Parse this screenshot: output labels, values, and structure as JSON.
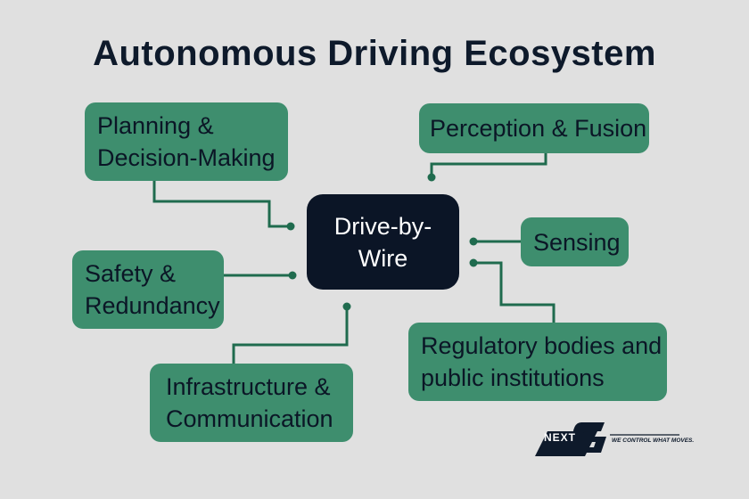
{
  "title": "Autonomous Driving Ecosystem",
  "center": {
    "line1": "Drive-by-",
    "line2": "Wire"
  },
  "nodes": {
    "planning": {
      "line1": "Planning &",
      "line2": "Decision-Making"
    },
    "perception": {
      "line1": "Perception & Fusion"
    },
    "sensing": {
      "line1": "Sensing"
    },
    "safety": {
      "line1": "Safety &",
      "line2": "Redundancy"
    },
    "regulatory": {
      "line1": "Regulatory bodies and",
      "line2": "public institutions"
    },
    "infrastructure": {
      "line1": "Infrastructure &",
      "line2": "Communication"
    }
  },
  "logo": {
    "name": "NEXT",
    "tagline": "WE CONTROL WHAT MOVES."
  },
  "colors": {
    "background": "#e0e0e0",
    "node": "#3e8e6e",
    "center": "#0b1526",
    "line": "#1f6b4e",
    "title": "#0e1a2b"
  }
}
